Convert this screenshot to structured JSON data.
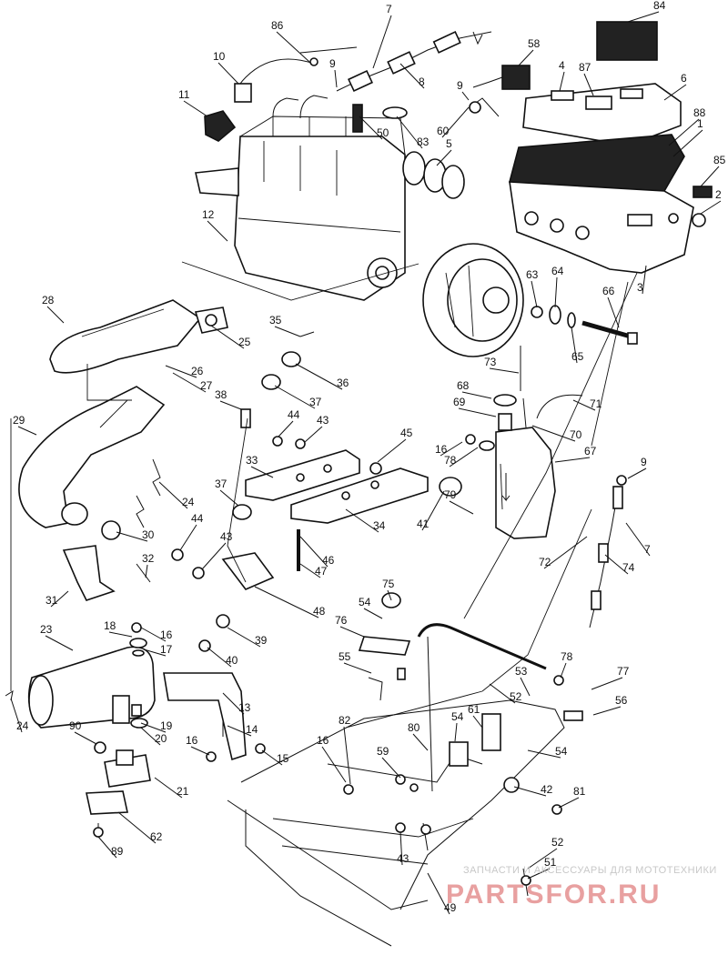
{
  "diagram": {
    "callouts": [
      {
        "label": "84"
      },
      {
        "label": "7"
      },
      {
        "label": "86"
      },
      {
        "label": "58"
      },
      {
        "label": "10"
      },
      {
        "label": "9"
      },
      {
        "label": "8"
      },
      {
        "label": "9"
      },
      {
        "label": "4"
      },
      {
        "label": "87"
      },
      {
        "label": "6"
      },
      {
        "label": "11"
      },
      {
        "label": "50"
      },
      {
        "label": "83"
      },
      {
        "label": "60"
      },
      {
        "label": "88"
      },
      {
        "label": "1"
      },
      {
        "label": "5"
      },
      {
        "label": "85"
      },
      {
        "label": "2"
      },
      {
        "label": "12"
      },
      {
        "label": "3"
      },
      {
        "label": "63"
      },
      {
        "label": "64"
      },
      {
        "label": "66"
      },
      {
        "label": "28"
      },
      {
        "label": "25"
      },
      {
        "label": "35"
      },
      {
        "label": "65"
      },
      {
        "label": "26"
      },
      {
        "label": "36"
      },
      {
        "label": "27"
      },
      {
        "label": "73"
      },
      {
        "label": "38"
      },
      {
        "label": "37"
      },
      {
        "label": "68"
      },
      {
        "label": "71"
      },
      {
        "label": "29"
      },
      {
        "label": "44"
      },
      {
        "label": "43"
      },
      {
        "label": "69"
      },
      {
        "label": "70"
      },
      {
        "label": "45"
      },
      {
        "label": "16"
      },
      {
        "label": "78"
      },
      {
        "label": "67"
      },
      {
        "label": "33"
      },
      {
        "label": "9"
      },
      {
        "label": "24"
      },
      {
        "label": "37"
      },
      {
        "label": "34"
      },
      {
        "label": "41"
      },
      {
        "label": "79"
      },
      {
        "label": "30"
      },
      {
        "label": "44"
      },
      {
        "label": "43"
      },
      {
        "label": "46"
      },
      {
        "label": "72"
      },
      {
        "label": "74"
      },
      {
        "label": "7"
      },
      {
        "label": "32"
      },
      {
        "label": "47"
      },
      {
        "label": "31"
      },
      {
        "label": "75"
      },
      {
        "label": "54"
      },
      {
        "label": "48"
      },
      {
        "label": "18"
      },
      {
        "label": "16"
      },
      {
        "label": "23"
      },
      {
        "label": "17"
      },
      {
        "label": "76"
      },
      {
        "label": "39"
      },
      {
        "label": "40"
      },
      {
        "label": "55"
      },
      {
        "label": "78"
      },
      {
        "label": "53"
      },
      {
        "label": "77"
      },
      {
        "label": "52"
      },
      {
        "label": "13"
      },
      {
        "label": "56"
      },
      {
        "label": "24"
      },
      {
        "label": "19"
      },
      {
        "label": "14"
      },
      {
        "label": "54"
      },
      {
        "label": "61"
      },
      {
        "label": "90"
      },
      {
        "label": "20"
      },
      {
        "label": "80"
      },
      {
        "label": "16"
      },
      {
        "label": "15"
      },
      {
        "label": "82"
      },
      {
        "label": "54"
      },
      {
        "label": "16"
      },
      {
        "label": "59"
      },
      {
        "label": "42"
      },
      {
        "label": "21"
      },
      {
        "label": "81"
      },
      {
        "label": "62"
      },
      {
        "label": "43"
      },
      {
        "label": "89"
      },
      {
        "label": "52"
      },
      {
        "label": "51"
      },
      {
        "label": "49"
      }
    ]
  },
  "watermark": {
    "subtitle": "ЗАПЧАСТИ И АКСЕССУАРЫ ДЛЯ МОТОТЕХНИКИ",
    "brand": "PARTSFOR.RU",
    "brand_color": "#e8a0a0"
  }
}
